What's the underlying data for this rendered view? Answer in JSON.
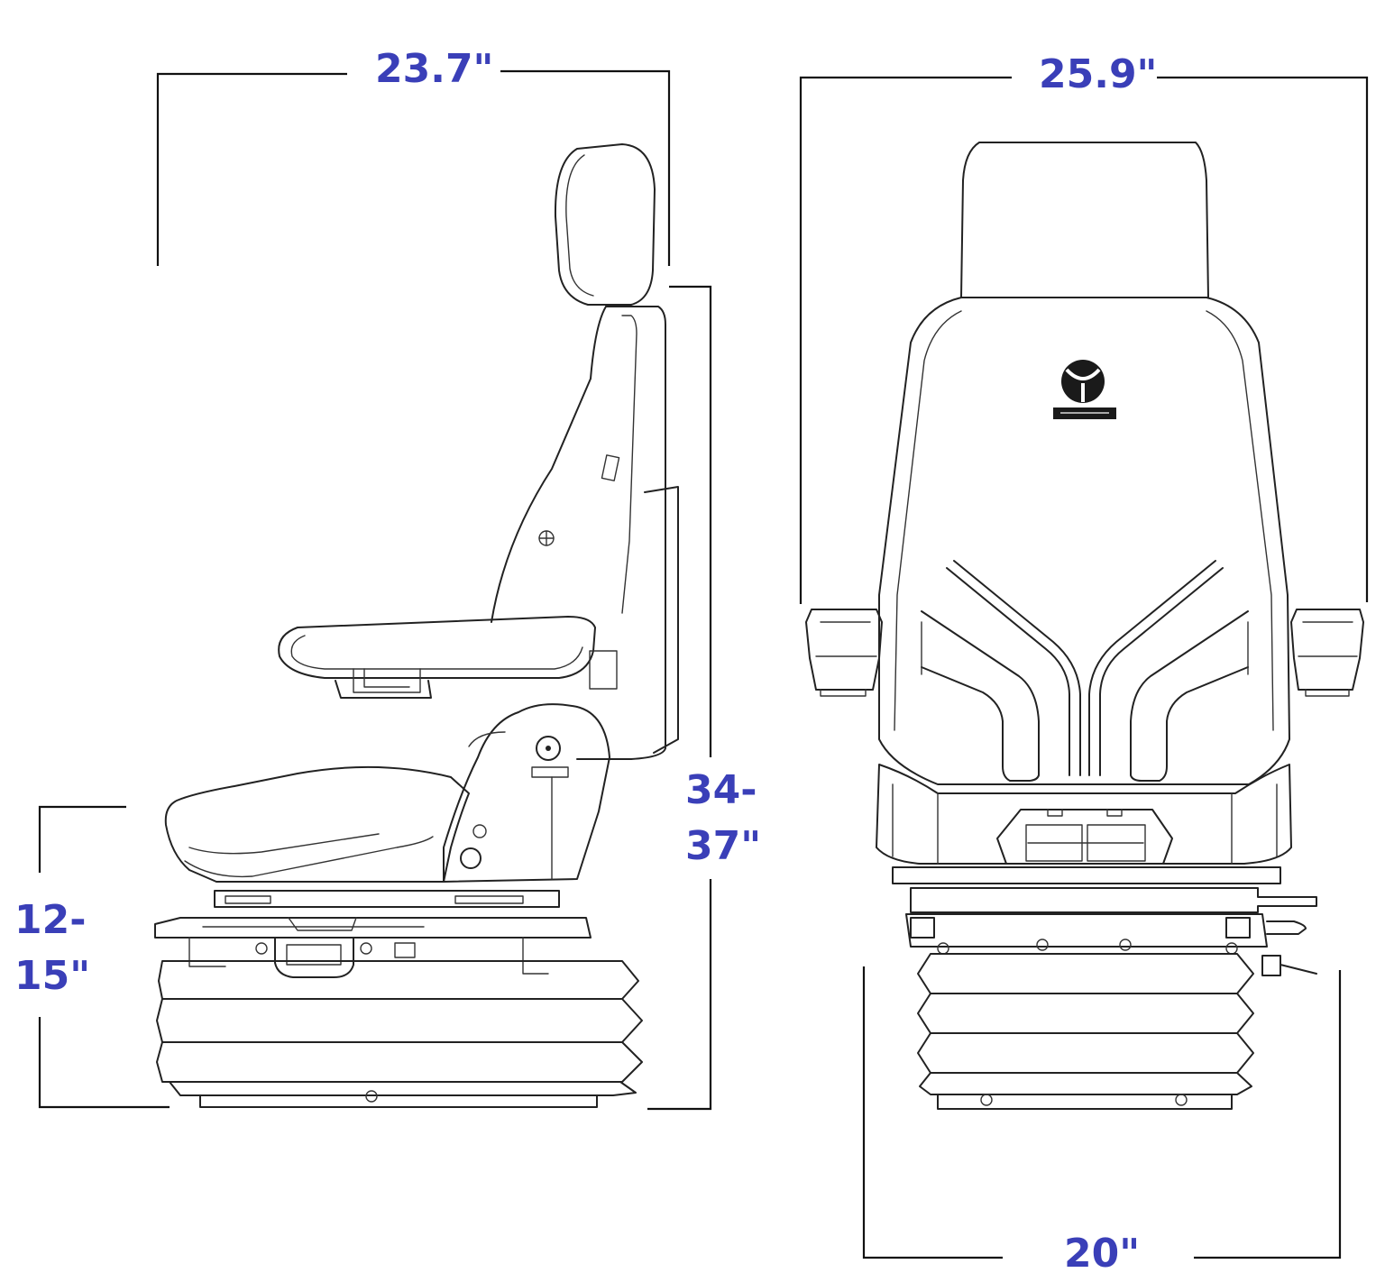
{
  "dimensions": {
    "side_width": "23.7\"",
    "front_width": "25.9\"",
    "overall_height_line1": "34-",
    "overall_height_line2": "37\"",
    "seat_height_line1": "12-",
    "seat_height_line2": "15\"",
    "base_width": "20\""
  },
  "colors": {
    "label": "#3a3fb8",
    "line": "#222222",
    "background": "#ffffff"
  }
}
